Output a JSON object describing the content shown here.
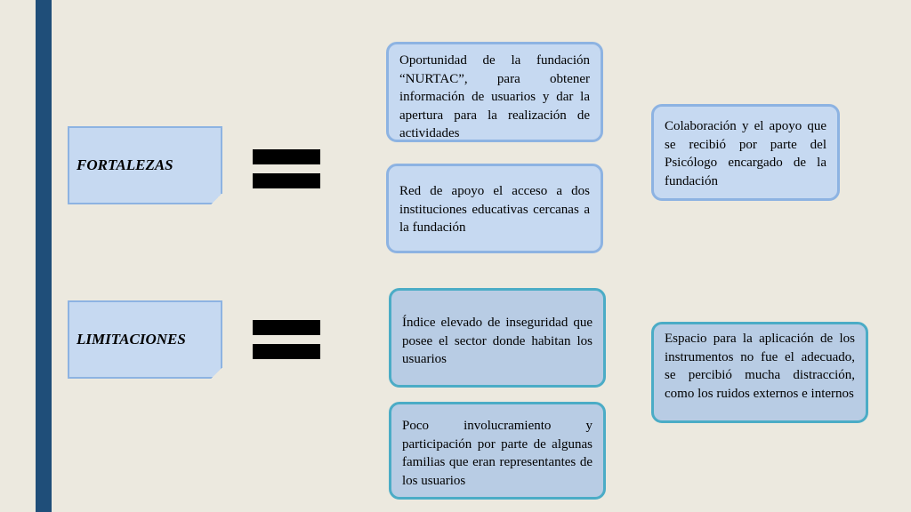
{
  "rows": [
    {
      "label": "FORTALEZAS",
      "items": [
        "Oportunidad de la fundación “NURTAC”, para obtener información de usuarios y dar la apertura para la realización de actividades",
        "Red de apoyo el acceso a dos instituciones educativas cercanas a la fundación",
        "Colaboración y el apoyo que se recibió por parte del Psicólogo encargado de la fundación"
      ]
    },
    {
      "label": "LIMITACIONES",
      "items": [
        "Índice elevado de inseguridad que posee el sector donde habitan los usuarios",
        "Poco involucramiento y participación por parte de algunas familias que eran representantes de los usuarios",
        "Espacio para la aplicación de los instrumentos no fue el adecuado, se percibió mucha distracción, como los ruidos externos e internos"
      ]
    }
  ],
  "colors": {
    "sidebar": "#1f4e79",
    "background": "#ece9df",
    "box_fill": "#c6d9f1",
    "box_border": "#8db3e2",
    "box_border_teal": "#4bacc6"
  }
}
